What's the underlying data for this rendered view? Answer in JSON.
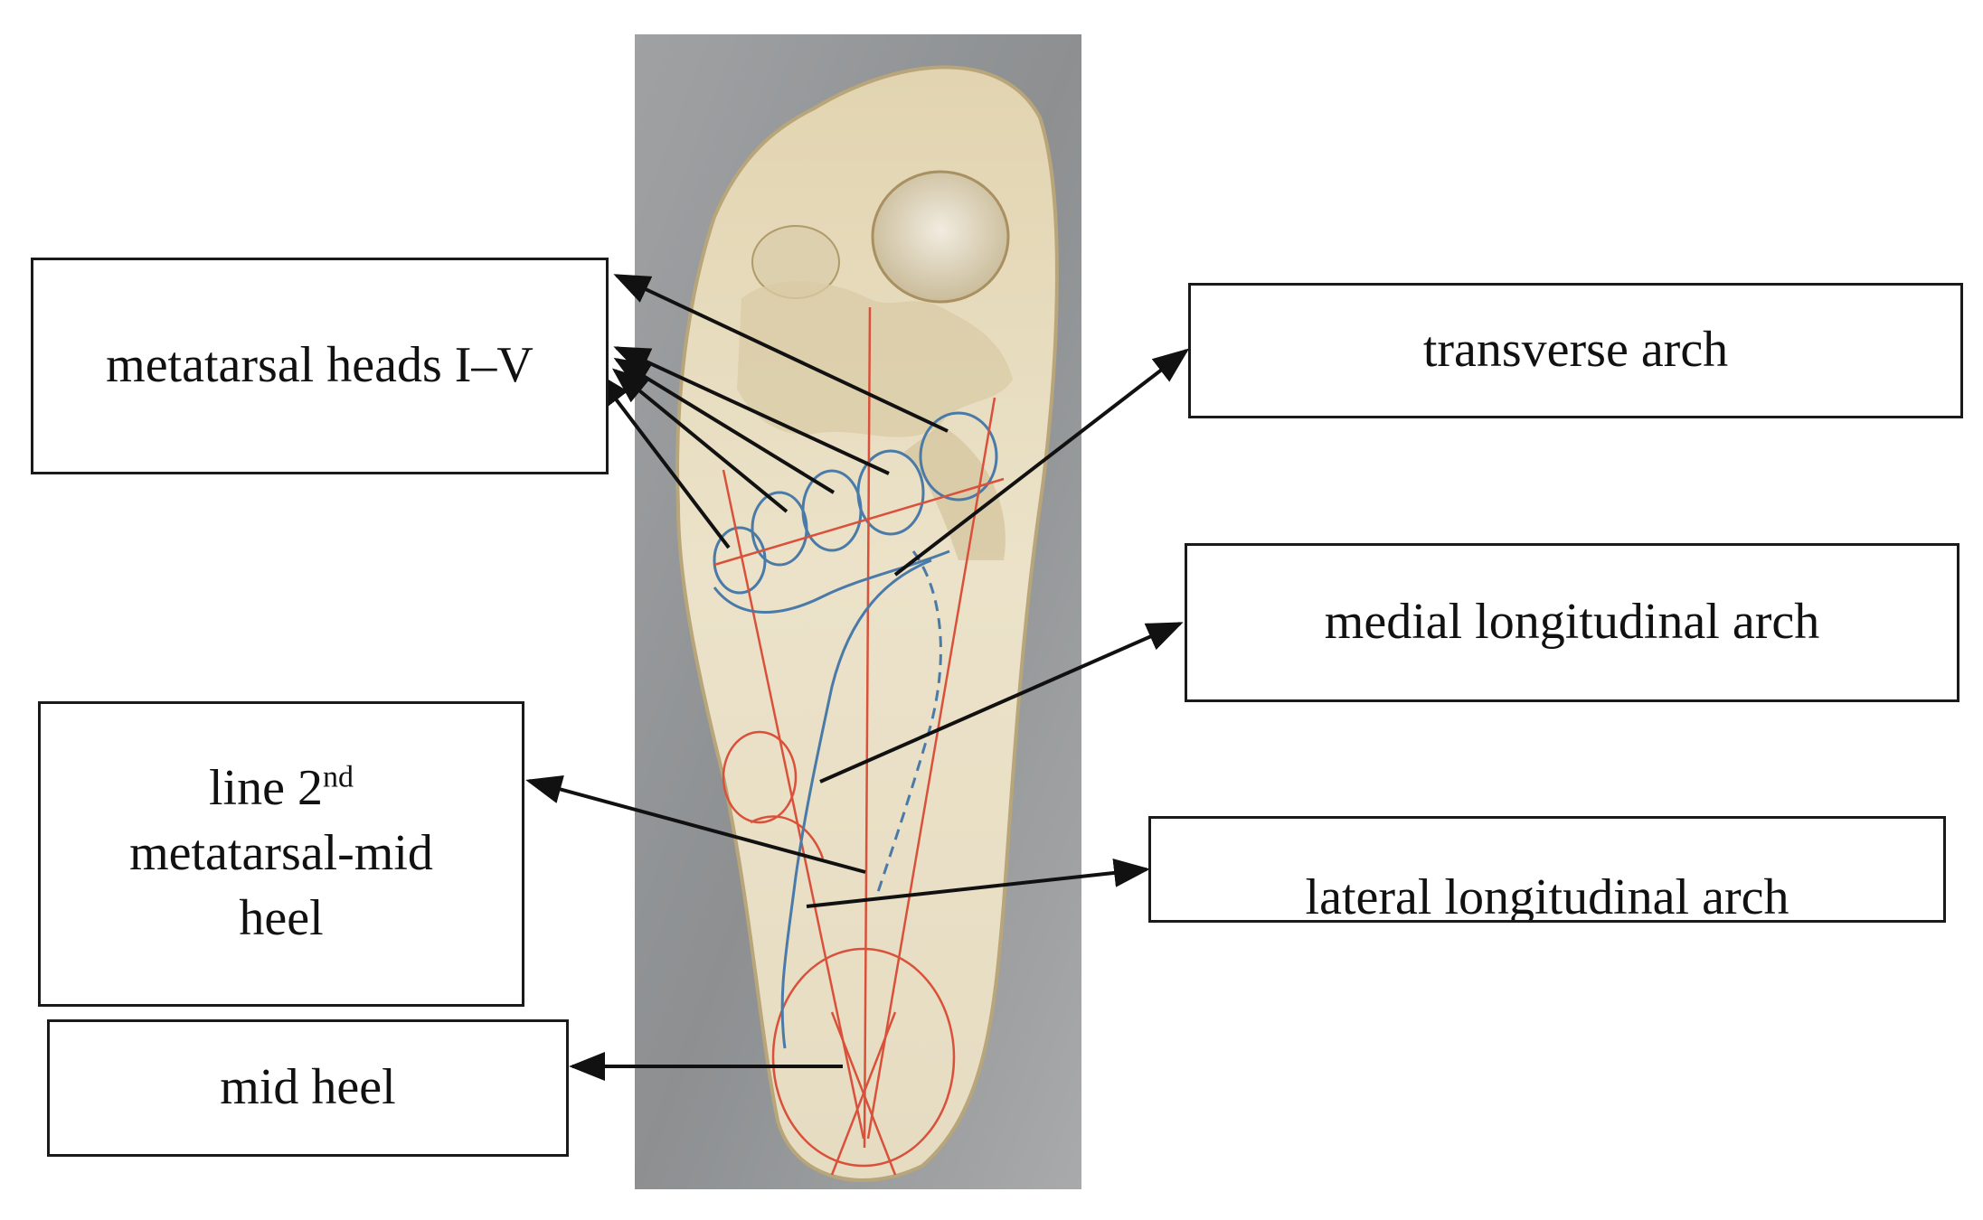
{
  "labels": {
    "metatarsal_heads": "metatarsal heads I–V",
    "line_2nd_prefix": "line 2",
    "line_2nd_sup": "nd",
    "line_2nd_rest_1": "metatarsal-mid",
    "line_2nd_rest_2": "heel",
    "mid_heel": "mid heel",
    "transverse_arch": "transverse arch",
    "medial_longitudinal_arch": "medial longitudinal arch",
    "lateral_longitudinal_arch": "lateral longitudinal arch"
  },
  "colors": {
    "background": "#ffffff",
    "metal_tray": "#8e9193",
    "insole": "#e6dcc0",
    "red_marking": "#d9513a",
    "blue_marking": "#4a7aa8",
    "arrow": "#111111",
    "box_border": "#1a1a1a"
  }
}
